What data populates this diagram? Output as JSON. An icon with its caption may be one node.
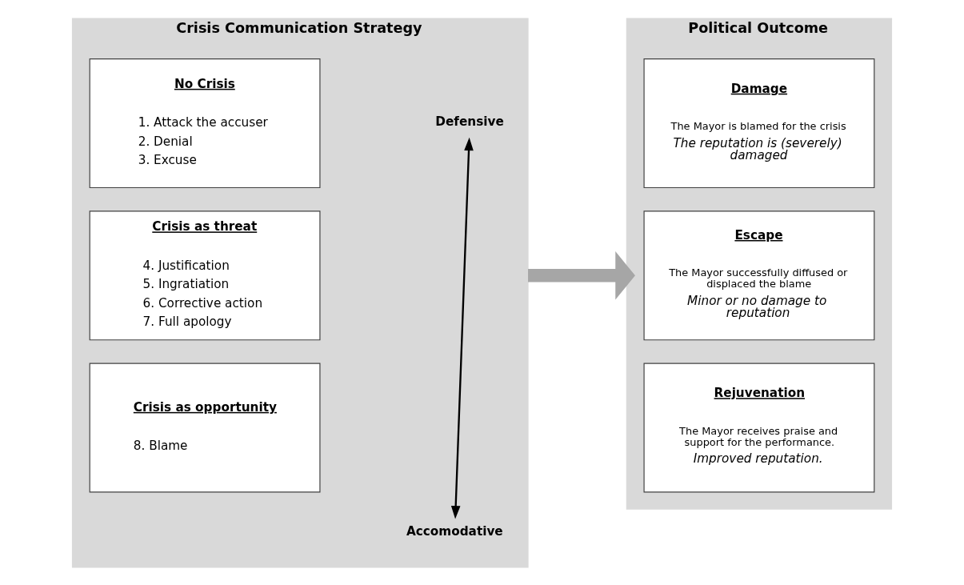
{
  "diagram": {
    "nodes": [
      {
        "text": [
          "Crisis Communication Strategy"
        ]
      },
      {
        "text": [
          "Defensive"
        ],
        "in": 0
      },
      {
        "text": [
          "No Crisis",
          "1. Attack the accuser",
          "2. Denial",
          "3. Excuse"
        ],
        "in": 0
      },
      {
        "text": [
          "Crisis as threat",
          "4. Justification",
          "5. Ingratiation",
          "6. Corrective action",
          "7. Full apology"
        ],
        "in": 0
      },
      {
        "text": [
          "Crisis as opportunity",
          "8. Blame"
        ],
        "in": 0
      },
      {
        "text": [
          "Accomodative"
        ],
        "in": 0
      },
      {
        "text": [
          "Political Outcome"
        ]
      },
      {
        "text": [
          "Damage",
          "The Mayor is blamed for the crisis",
          "The reputation is (severely) damaged"
        ],
        "in": 6
      },
      {
        "text": [
          "Escape",
          "The Mayor successfully diffused or displaced the blame",
          "Minor or no damage to reputation"
        ],
        "in": 6
      },
      {
        "text": [
          "Rejuvenation",
          "The Mayor receives praise and support for the performance.",
          "Improved reputation."
        ],
        "in": 6
      }
    ],
    "edges": [
      {
        "from": 1,
        "to": 5,
        "arrow": "both"
      },
      {
        "from": 0,
        "to": 6,
        "arrow": "to",
        "style": "thick",
        "color": "#a6a6a6"
      }
    ]
  }
}
